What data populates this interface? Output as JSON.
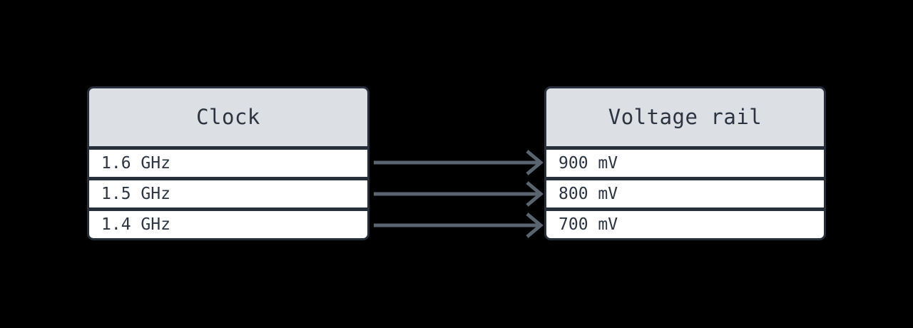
{
  "diagram": {
    "background_color": "#000000",
    "border_color": "#262f3a",
    "header_fill": "#dcdfe3",
    "row_fill": "#ffffff",
    "text_color": "#2b3440",
    "edge_color": "#5a6470"
  },
  "nodes": {
    "clock": {
      "title": "Clock",
      "rows": [
        {
          "label": "1.6 GHz"
        },
        {
          "label": "1.5 GHz"
        },
        {
          "label": "1.4 GHz"
        }
      ]
    },
    "voltage_rail": {
      "title": "Voltage rail",
      "rows": [
        {
          "label": "900 mV"
        },
        {
          "label": "800 mV"
        },
        {
          "label": "700 mV"
        }
      ]
    }
  },
  "edges": [
    {
      "from": "1.6 GHz",
      "to": "900 mV",
      "label": ""
    },
    {
      "from": "1.5 GHz",
      "to": "800 mV",
      "label": ""
    },
    {
      "from": "1.4 GHz",
      "to": "700 mV",
      "label": ""
    }
  ]
}
